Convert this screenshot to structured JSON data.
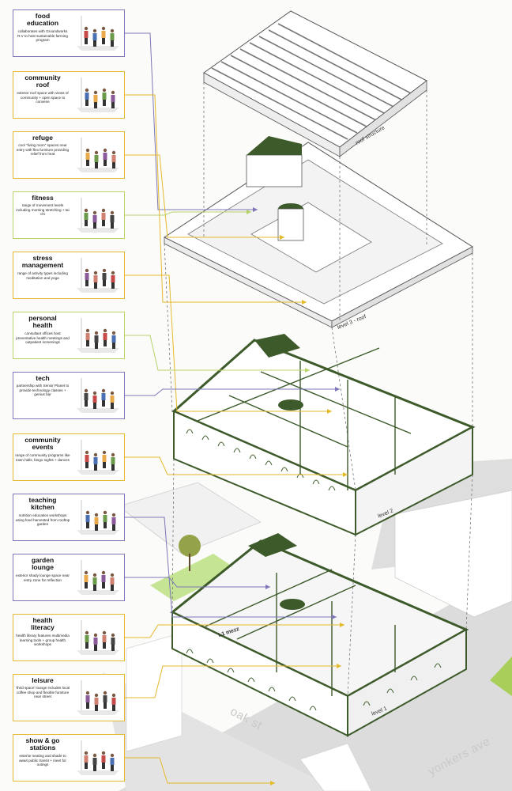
{
  "colors": {
    "purple": "#7d76b8",
    "gold": "#e4b92b",
    "lime": "#b8d36a",
    "dark_green": "#3d5a2a",
    "street_gray": "#d9d9d9"
  },
  "programs": [
    {
      "title": "food\neducation",
      "desc": "collaborates with Groundworks R.V to host sustainable farming program",
      "icon": "planter-scene-icon",
      "color": "purple"
    },
    {
      "title": "community\nroof",
      "desc": "exterior roof space with views of community + open space to convene",
      "icon": "rooftop-gathering-icon",
      "color": "gold"
    },
    {
      "title": "refuge",
      "desc": "cool \"living room\" spaces near entry with flex furniture providing relief from heat",
      "icon": "sofa-lounge-icon",
      "color": "gold"
    },
    {
      "title": "fitness",
      "desc": "range of movement levels including morning stretching + tai chi",
      "icon": "exercise-people-icon",
      "color": "green"
    },
    {
      "title": "stress\nmanagement",
      "desc": "range of activity types including meditation and yoga",
      "icon": "yoga-people-icon",
      "color": "gold"
    },
    {
      "title": "personal\nhealth",
      "desc": "consultant offices host preventative health meetings and outpatient screenings",
      "icon": "consultation-icon",
      "color": "green"
    },
    {
      "title": "tech",
      "desc": "partnership with Senior Planet to provide technology classes + genius bar",
      "icon": "tech-bar-icon",
      "color": "purple"
    },
    {
      "title": "community\nevents",
      "desc": "range of community programs like town halls, bingo nights + dances",
      "icon": "crowd-event-icon",
      "color": "gold"
    },
    {
      "title": "teaching\nkitchen",
      "desc": "nutrition education workshops using food harvested from rooftop garden",
      "icon": "kitchen-icon",
      "color": "purple"
    },
    {
      "title": "garden\nlounge",
      "desc": "exterior shady lounge space near entry zone for reflection",
      "icon": "garden-trees-icon",
      "color": "purple"
    },
    {
      "title": "health\nliteracy",
      "desc": "health library features multimedia learning tools + group health workshops",
      "icon": "library-shelves-icon",
      "color": "gold"
    },
    {
      "title": "leisure",
      "desc": "'third space' lounge includes local coffee shop and flexible furniture near street",
      "icon": "cafe-counter-icon",
      "color": "gold"
    },
    {
      "title": "show & go\nstations",
      "desc": "exterior seating and shade to await public transit + meet for outings",
      "icon": "transit-shelter-icon",
      "color": "gold"
    }
  ],
  "labels": {
    "roof_structure": "roof structure",
    "level3": "level 3 - roof",
    "level2": "level 2",
    "l1mezz": "L1 mezz",
    "level1": "level 1"
  },
  "streets": {
    "oak": "oak st",
    "yonkers": "yonkers ave"
  }
}
